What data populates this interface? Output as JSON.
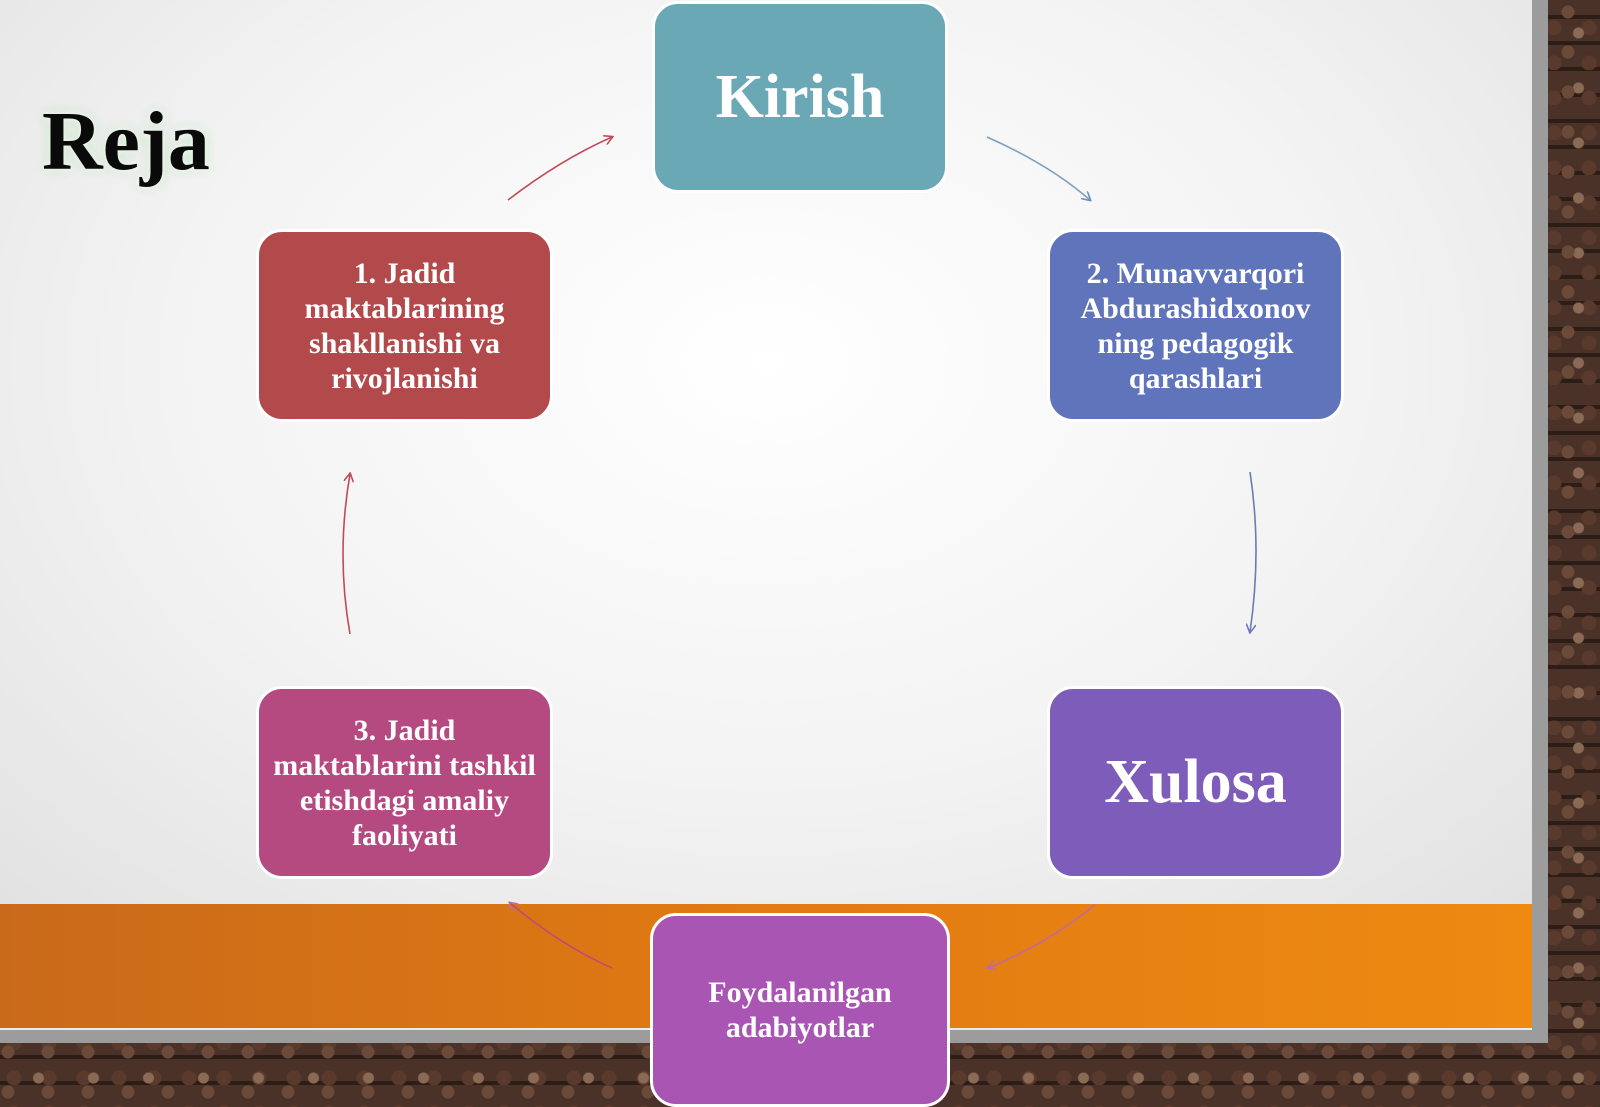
{
  "title": "Reja",
  "nodes": {
    "kirish": {
      "label": "Kirish",
      "color": "#6aa8b6"
    },
    "item1": {
      "label": "1. Jadid maktablarining shakllanishi va rivojlanishi",
      "color": "#b24a4c"
    },
    "item2": {
      "label": "2. Munavvarqori Abdurashidxonov ning pedagogik qarashlari",
      "color": "#5f74bb"
    },
    "item3": {
      "label": "3. Jadid maktablarini tashkil etishdagi amaliy faoliyati",
      "color": "#b54a80"
    },
    "xulosa": {
      "label": "Xulosa",
      "color": "#7e5cba"
    },
    "adabiyotlar": {
      "label": "Foydalanilgan adabiyotlar",
      "color": "#a855b3"
    }
  }
}
